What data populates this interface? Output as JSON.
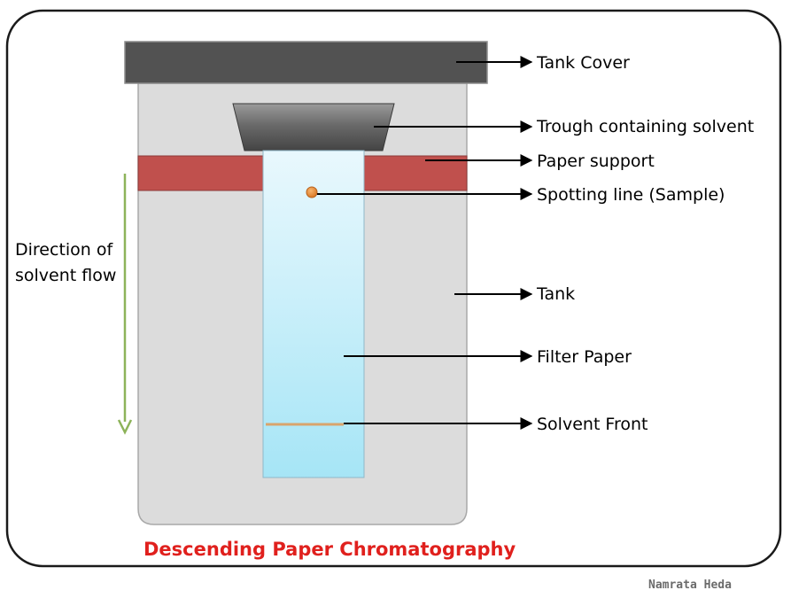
{
  "labels": {
    "tank_cover": "Tank Cover",
    "trough": "Trough containing solvent",
    "paper_support": "Paper support",
    "spotting_line": "Spotting line (Sample)",
    "tank": "Tank",
    "filter_paper": "Filter Paper",
    "solvent_front": "Solvent Front",
    "direction_line1": "Direction of",
    "direction_line2": "solvent flow"
  },
  "title": "Descending Paper Chromatography",
  "credit": "Namrata Heda",
  "colors": {
    "tank_cover": "#525252",
    "tank": "#dcdcdc",
    "trough": "#5a5a5a",
    "paper_support": "#c0504d",
    "filter_paper_top": "#e9f8fd",
    "filter_paper_bottom": "#a6e5f6",
    "sample_spot": "#e6872f",
    "solvent_front": "#d9a46c",
    "flow_arrow": "#8db35a",
    "title": "#e0201d"
  }
}
